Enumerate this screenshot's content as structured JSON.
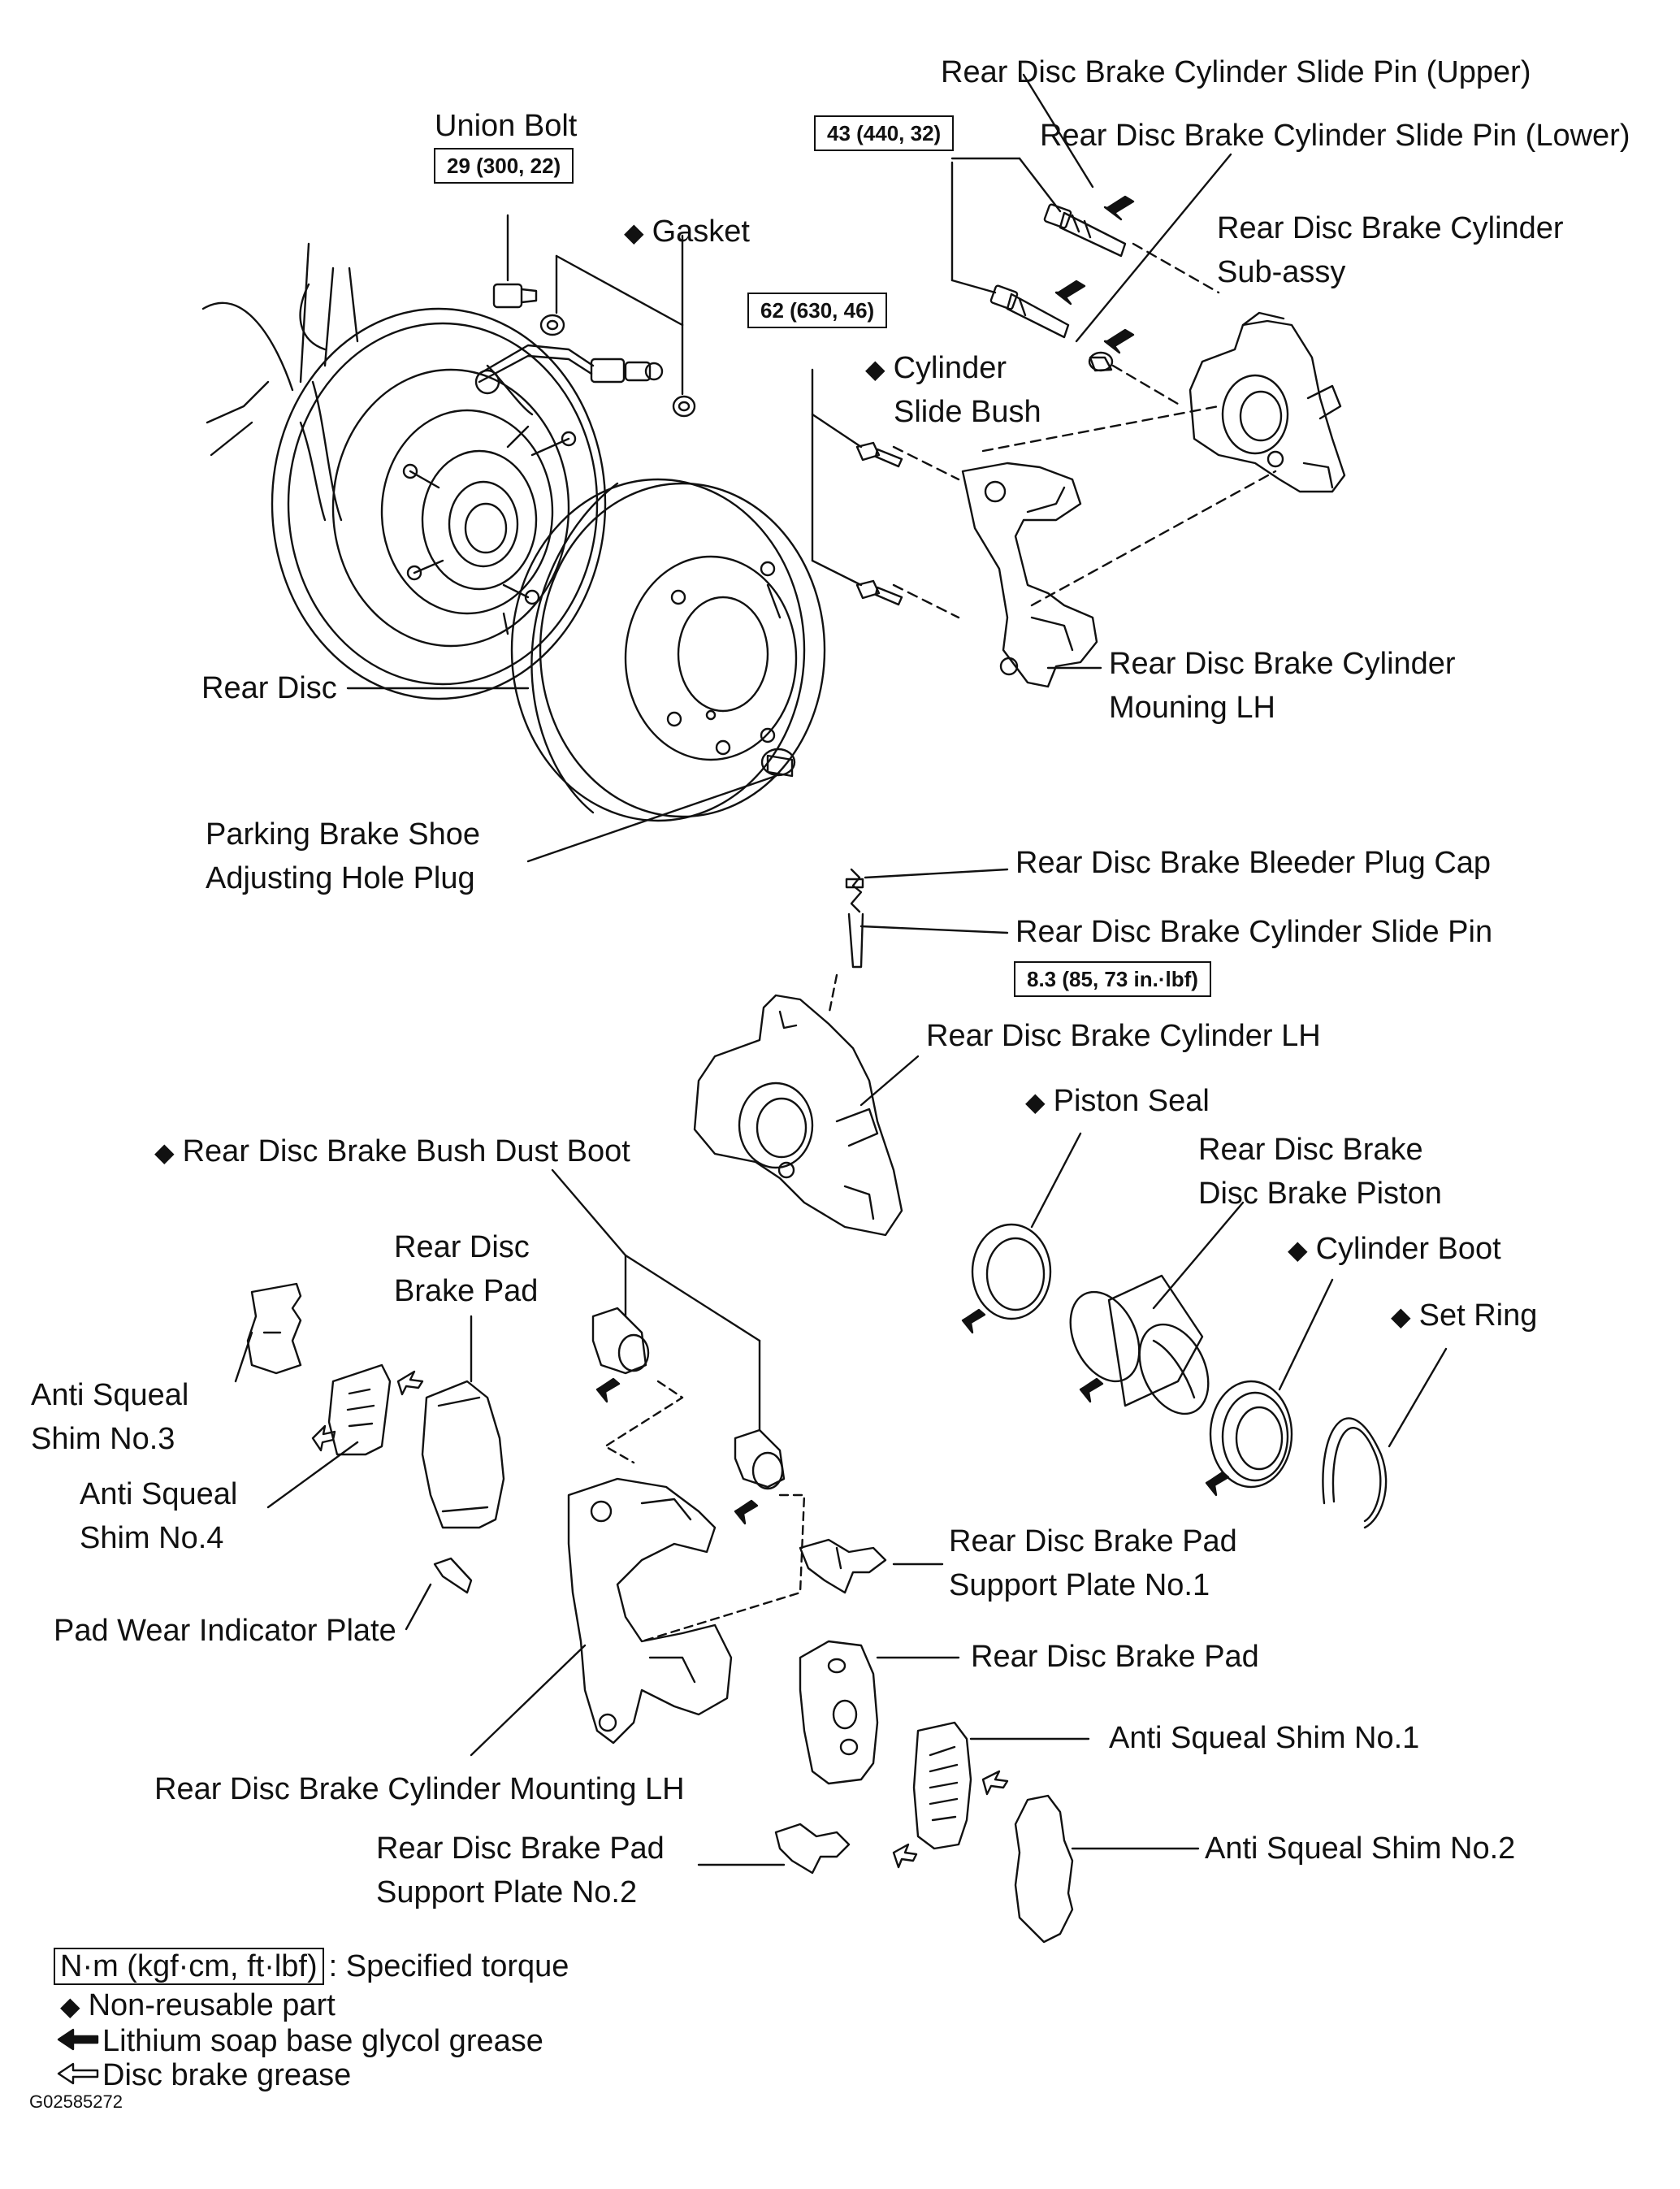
{
  "labels": {
    "union_bolt": "Union Bolt",
    "gasket": "Gasket",
    "slide_pin_upper": "Rear Disc Brake Cylinder Slide Pin (Upper)",
    "slide_pin_lower": "Rear Disc Brake Cylinder Slide Pin (Lower)",
    "cyl_subassy_1": "Rear Disc Brake Cylinder",
    "cyl_subassy_2": "Sub-assy",
    "cylinder_slide_bush_1": "Cylinder",
    "cylinder_slide_bush_2": "Slide Bush",
    "mounting_lh_top_1": "Rear Disc Brake Cylinder",
    "mounting_lh_top_2": "Mouning LH",
    "rear_disc": "Rear Disc",
    "parking_plug_1": "Parking Brake Shoe",
    "parking_plug_2": "Adjusting Hole Plug",
    "bleeder_plug_cap": "Rear Disc Brake Bleeder Plug Cap",
    "slide_pin": "Rear Disc Brake Cylinder Slide Pin",
    "cylinder_lh": "Rear Disc Brake Cylinder LH",
    "piston_seal": "Piston Seal",
    "bush_dust_boot": "Rear Disc Brake Bush Dust Boot",
    "piston_1": "Rear Disc Brake",
    "piston_2": "Disc Brake Piston",
    "cylinder_boot": "Cylinder Boot",
    "set_ring": "Set Ring",
    "brake_pad_left_1": "Rear Disc",
    "brake_pad_left_2": "Brake Pad",
    "shim3_1": "Anti Squeal",
    "shim3_2": "Shim No.3",
    "shim4_1": "Anti Squeal",
    "shim4_2": "Shim No.4",
    "pad_wear_plate": "Pad Wear Indicator Plate",
    "support_plate1_1": "Rear Disc Brake Pad",
    "support_plate1_2": "Support Plate No.1",
    "brake_pad_right": "Rear Disc Brake Pad",
    "shim1": "Anti Squeal Shim No.1",
    "mounting_lh_bottom": "Rear Disc Brake Cylinder Mounting LH",
    "support_plate2_1": "Rear Disc Brake Pad",
    "support_plate2_2": "Support Plate No.2",
    "shim2": "Anti Squeal Shim No.2"
  },
  "torques": {
    "union_bolt": "29 (300, 22)",
    "slide_pins": "43 (440, 32)",
    "mounting_bolts": "62 (630, 46)",
    "slide_pin": "8.3 (85, 73 in.·lbf)"
  },
  "symbols": {
    "non_reusable": "◆"
  },
  "legend": {
    "torque_box": "N·m (kgf·cm, ft·lbf)",
    "torque_text": ": Specified torque",
    "non_reusable": "Non-reusable part",
    "lithium": "Lithium soap base glycol grease",
    "disc_grease": "Disc brake grease"
  },
  "figure_code": "G02585272"
}
